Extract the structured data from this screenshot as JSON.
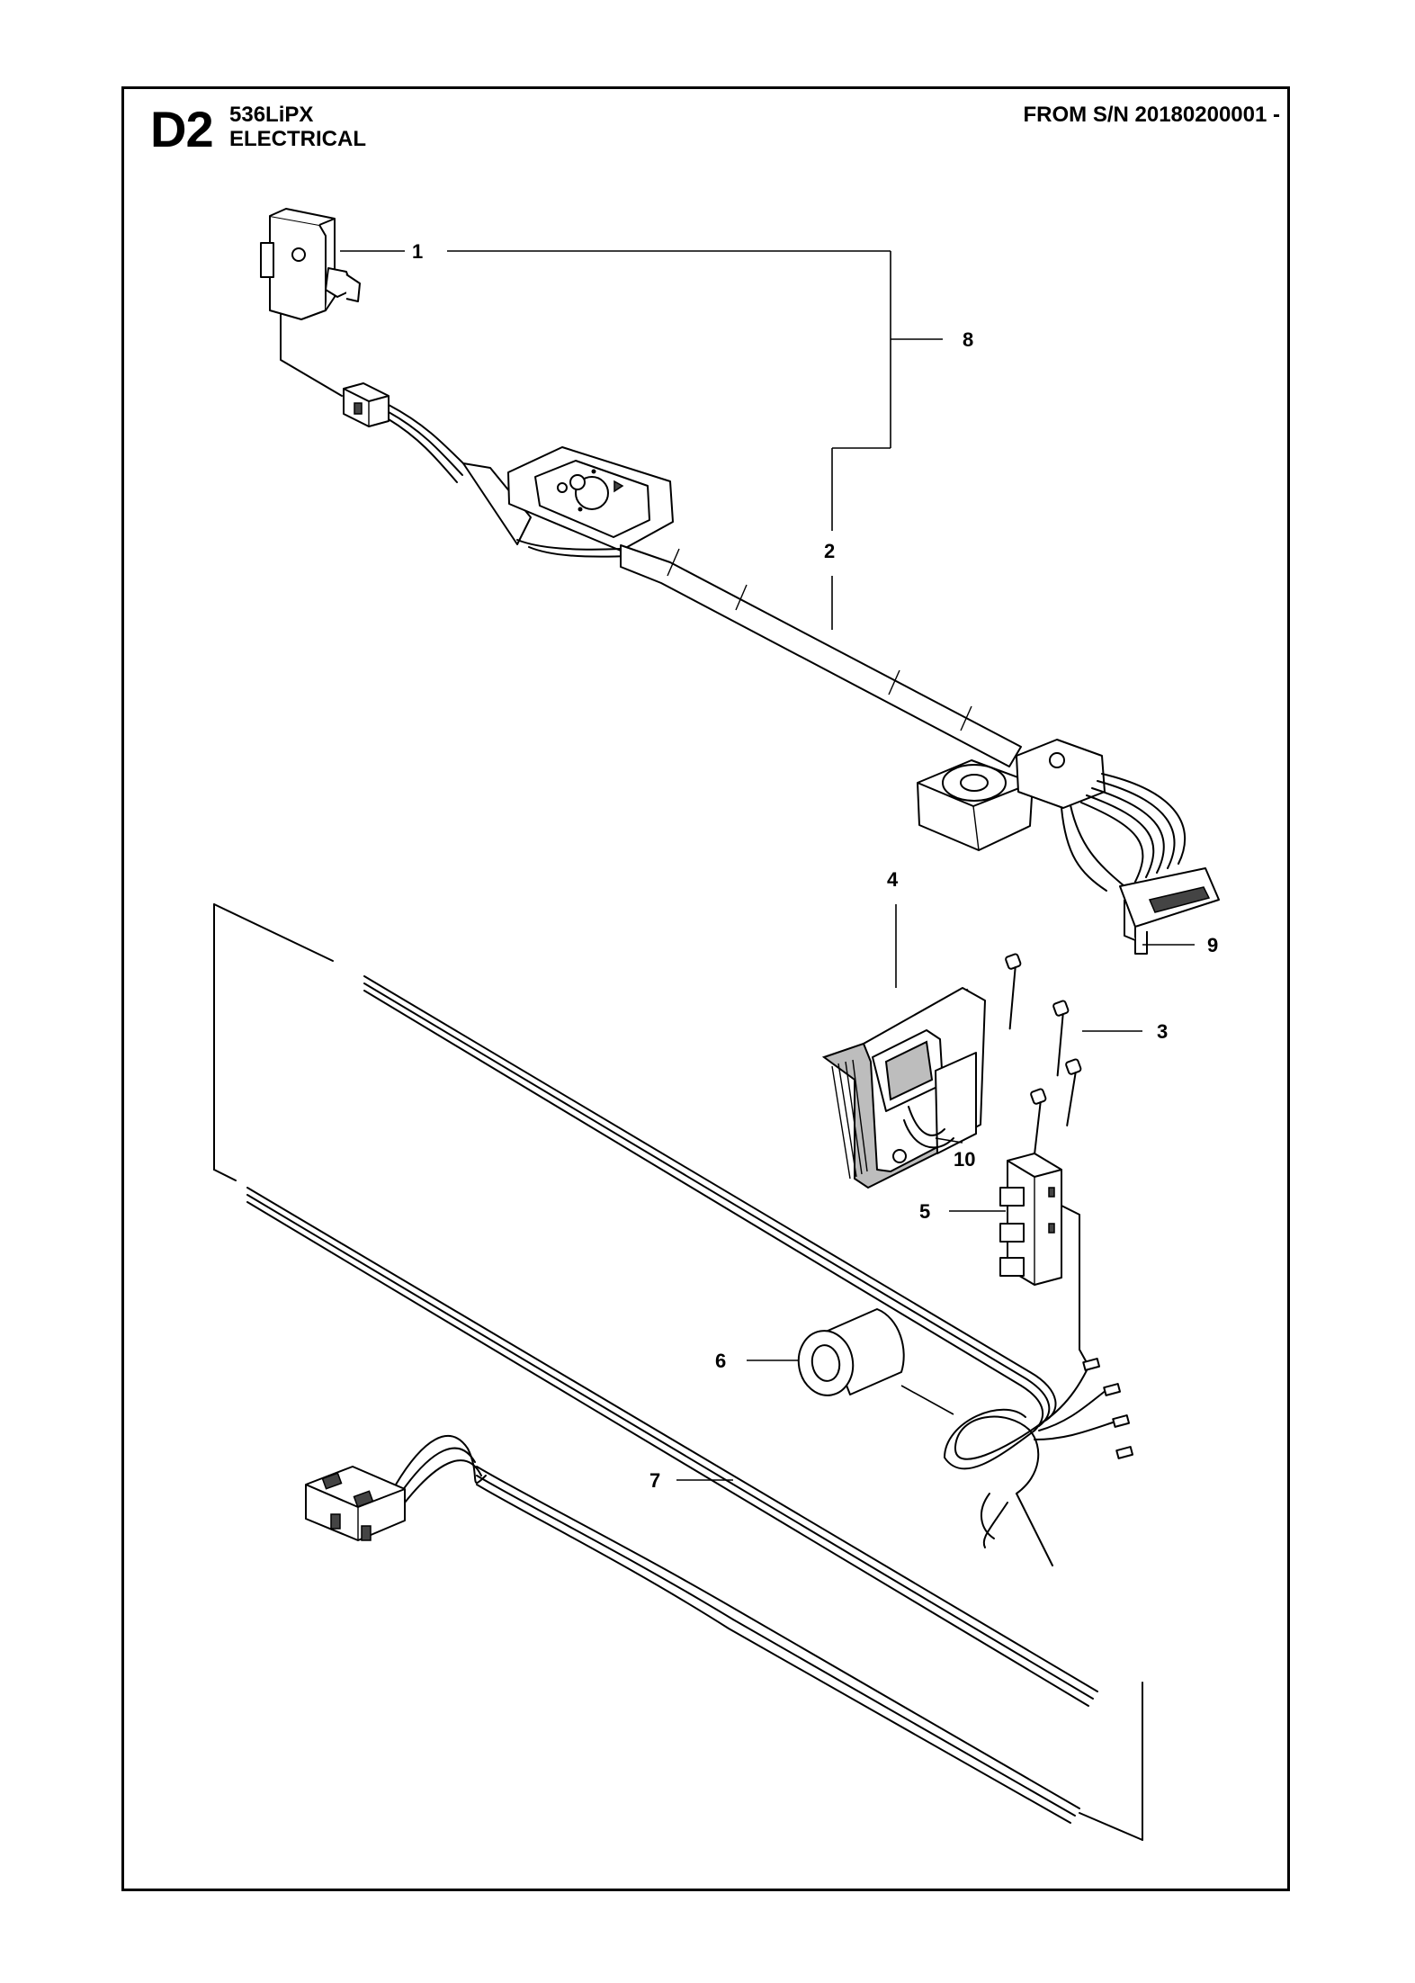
{
  "header": {
    "page_code": "D2",
    "model": "536LiPX",
    "section": "ELECTRICAL",
    "serial_range": "FROM S/N 20180200001 -"
  },
  "callouts": [
    "1",
    "2",
    "3",
    "4",
    "5",
    "6",
    "7",
    "8",
    "9",
    "10"
  ]
}
